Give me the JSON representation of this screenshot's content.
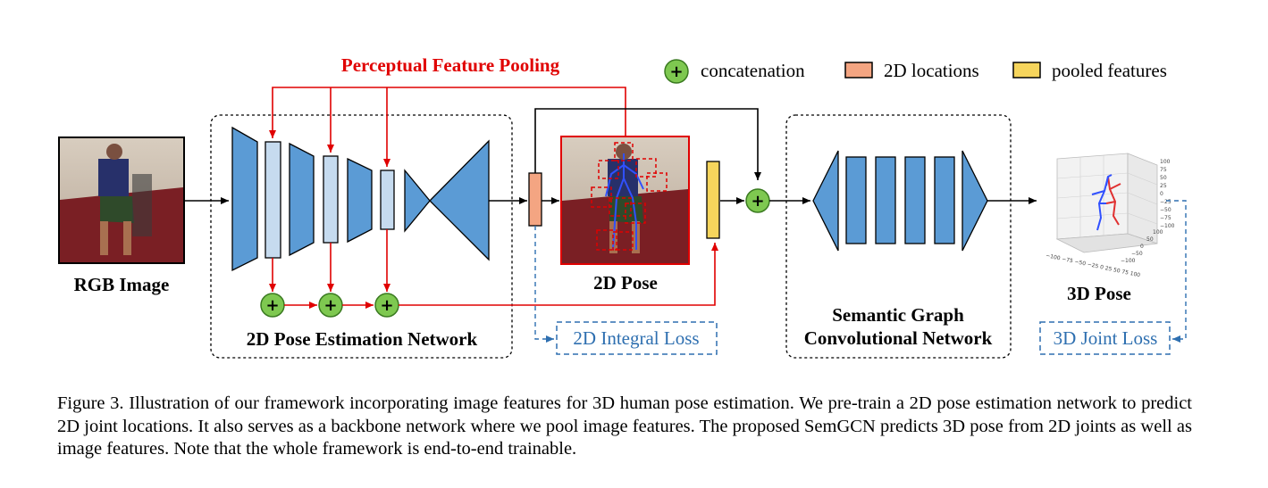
{
  "title": "Perceptual Feature Pooling",
  "legend": {
    "concatenation": "concatenation",
    "locations": "2D locations",
    "pooled": "pooled features",
    "colors": {
      "concat": "#7ec850",
      "locations": "#f4a582",
      "pooled": "#f6d55c"
    }
  },
  "labels": {
    "rgb_image": "RGB Image",
    "pose_network": "2D Pose Estimation Network",
    "pose_2d": "2D Pose",
    "semgcn_line1": "Semantic Graph",
    "semgcn_line2": "Convolutional Network",
    "pose_3d": "3D Pose",
    "loss_2d": "2D Integral Loss",
    "loss_3d": "3D Joint Loss",
    "plus": "+"
  },
  "plot_ticks": {
    "z": [
      "100",
      "75",
      "50",
      "25",
      "0",
      "−25",
      "−50",
      "−75",
      "−100"
    ],
    "x": "−100 −75 −50 −25  0  25  50  75  100",
    "y": [
      "100",
      "50",
      "0",
      "−50",
      "−100"
    ]
  },
  "colors": {
    "block_blue": "#5b9bd5",
    "block_light": "#c6dbef",
    "arrow_red": "#e00000",
    "loss_blue": "#2e6fb0",
    "photo_floor": "#7a1f24",
    "photo_wall": "#c9b8a6"
  },
  "caption": "Figure 3. Illustration of our framework incorporating image features for 3D human pose estimation.  We pre-train a 2D pose estimation network to predict 2D joint locations. It also serves as a backbone network where we pool image features. The proposed SemGCN predicts 3D pose from 2D joints as well as image features. Note that the whole framework is end-to-end trainable."
}
